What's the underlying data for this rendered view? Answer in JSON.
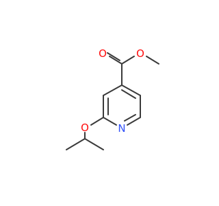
{
  "molecule": {
    "atoms": [
      {
        "id": "O_carbonyl",
        "element": "O",
        "label": "O"
      },
      {
        "id": "O_ester",
        "element": "O",
        "label": "O"
      },
      {
        "id": "O_ether",
        "element": "O",
        "label": "O"
      },
      {
        "id": "N_ring",
        "element": "N",
        "label": "N"
      }
    ],
    "colors": {
      "bond": "#3a3a3a",
      "oxygen": "#ff0d0d",
      "nitrogen": "#3050f8"
    }
  }
}
